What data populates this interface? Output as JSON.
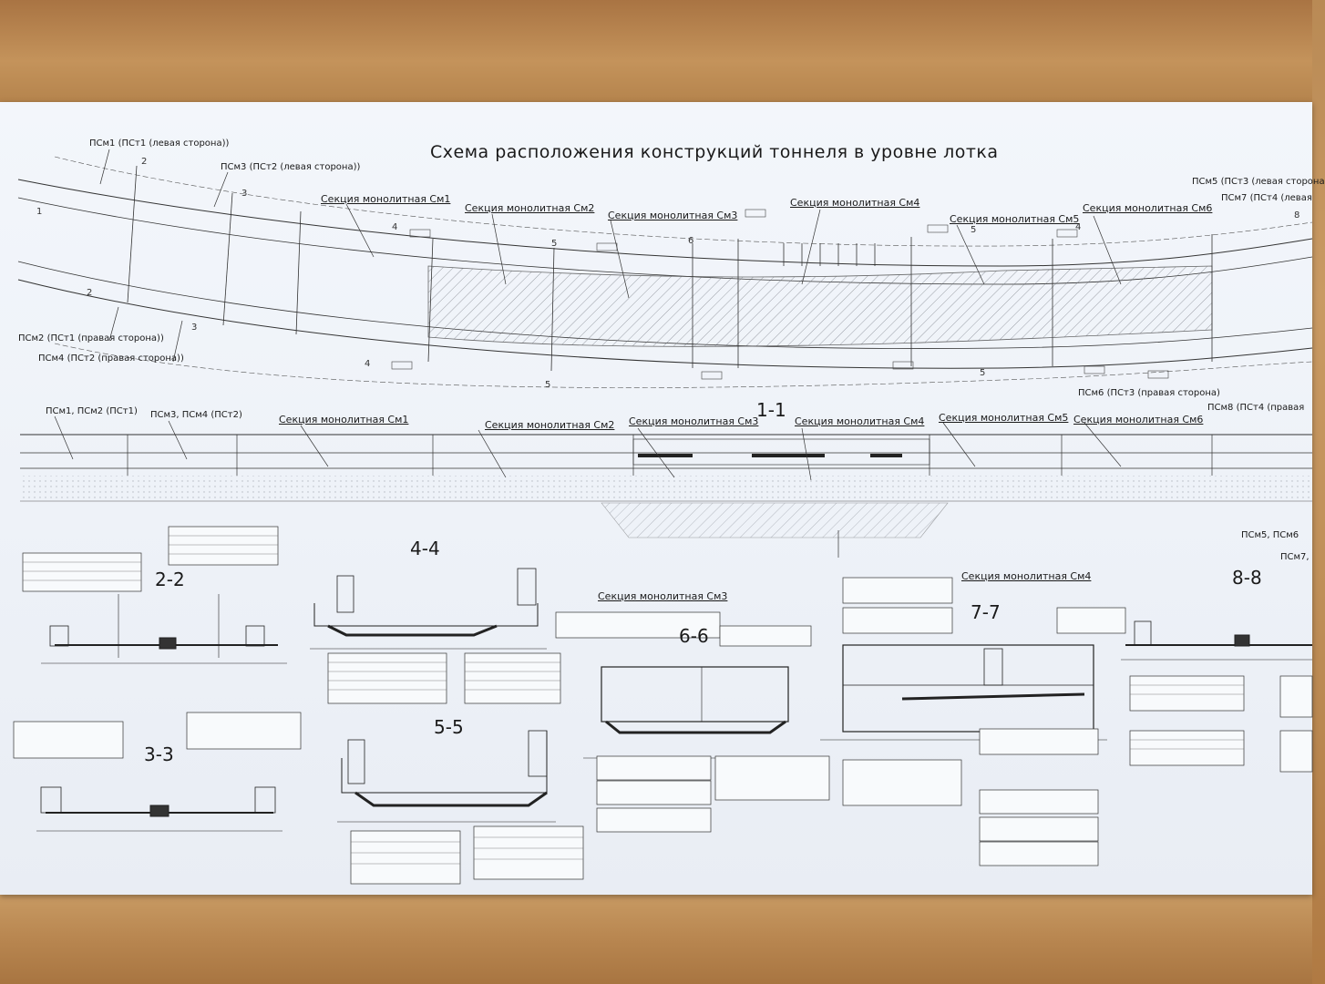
{
  "title": "Схема расположения конструкций тоннеля в уровне лотка",
  "plan_labels": {
    "psm1": "ПСм1 (ПСт1 (левая сторона))",
    "psm3": "ПСм3 (ПСт2 (левая сторона))",
    "psm2": "ПСм2 (ПСт1 (правая сторона))",
    "psm4": "ПСм4 (ПСт2 (правая сторона))",
    "psm5": "ПСм5 (ПСт3 (левая сторона",
    "psm7": "ПСм7 (ПСт4 (левая",
    "psm6": "ПСм6 (ПСт3 (правая сторона)",
    "psm8": "ПСм8 (ПСт4 (правая",
    "sm1": "Секция монолитная См1",
    "sm2": "Секция монолитная См2",
    "sm3": "Секция монолитная См3",
    "sm4": "Секция монолитная См4",
    "sm5": "Секция монолитная См5",
    "sm6": "Секция монолитная См6"
  },
  "profile_labels": {
    "section": "1-1",
    "psm12": "ПСм1, ПСм2 (ПСт1)",
    "psm34": "ПСм3, ПСм4 (ПСт2)",
    "sm1": "Секция монолитная См1",
    "sm2": "Секция монолитная См2",
    "sm3": "Секция монолитная См3",
    "sm4": "Секция монолитная См4",
    "sm5": "Секция монолитная См5",
    "sm6": "Секция монолитная См6",
    "psm56": "ПСм5, ПСм6",
    "psm7": "ПСм7,"
  },
  "cross_sections": {
    "s22": "2-2",
    "s33": "3-3",
    "s44": "4-4",
    "s55": "5-5",
    "s66": "6-6",
    "s77": "7-7",
    "s88": "8-8",
    "sm3_title": "Секция монолитная См3",
    "sm4_title": "Секция монолитная См4"
  },
  "colors": {
    "wood": "#c4935b",
    "paper": "#eef2f8",
    "ink": "#1a1a1a"
  }
}
